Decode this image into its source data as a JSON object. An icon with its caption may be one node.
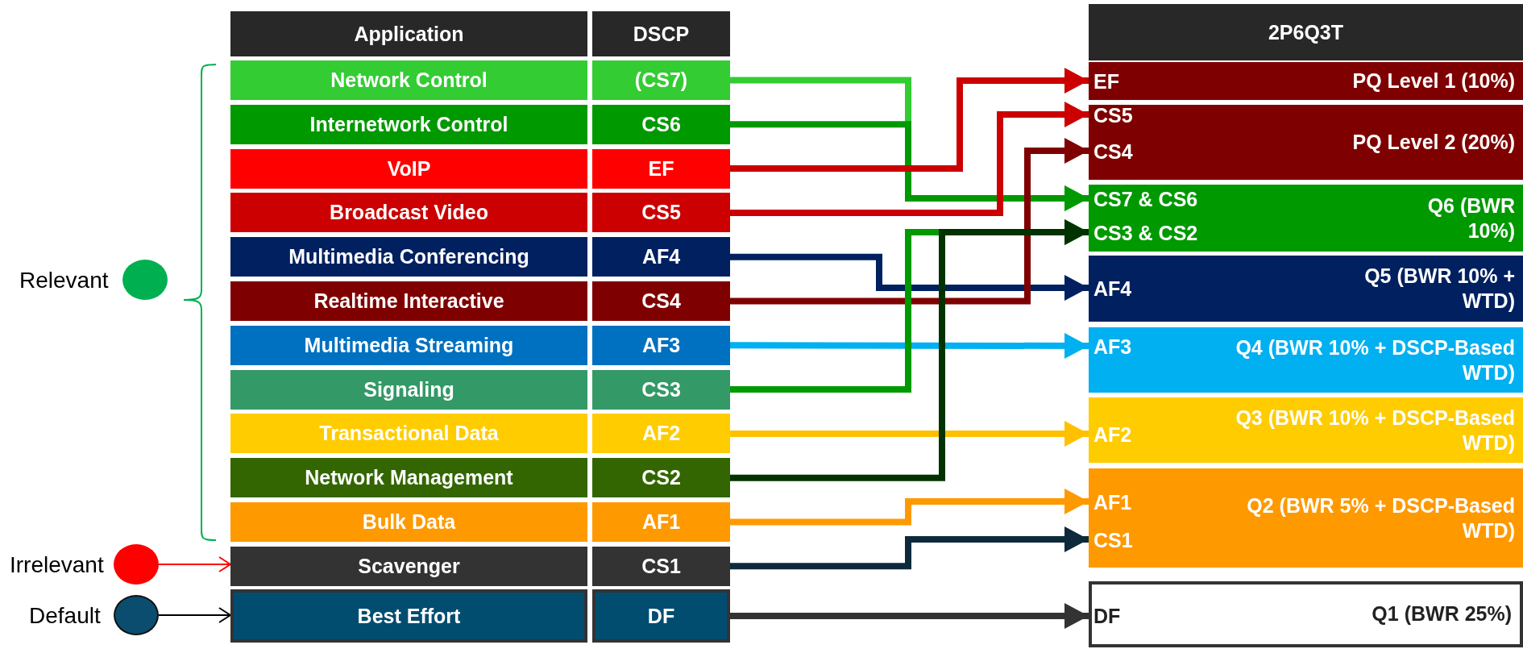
{
  "diagram": {
    "nodes": [
      {
        "text": [
          "Application"
        ]
      },
      {
        "text": [
          "DSCP"
        ]
      },
      {
        "text": [
          "Network Control"
        ]
      },
      {
        "text": [
          "(CS7)"
        ]
      },
      {
        "text": [
          "Internetwork Control"
        ]
      },
      {
        "text": [
          "CS6"
        ]
      },
      {
        "text": [
          "VoIP"
        ]
      },
      {
        "text": [
          "EF"
        ]
      },
      {
        "text": [
          "Broadcast Video"
        ]
      },
      {
        "text": [
          "CS5"
        ]
      },
      {
        "text": [
          "Multimedia Conferencing"
        ]
      },
      {
        "text": [
          "AF4"
        ]
      },
      {
        "text": [
          "Realtime Interactive"
        ]
      },
      {
        "text": [
          "CS4"
        ]
      },
      {
        "text": [
          "Multimedia Streaming"
        ]
      },
      {
        "text": [
          "AF3"
        ]
      },
      {
        "text": [
          "Signaling"
        ]
      },
      {
        "text": [
          "CS3"
        ]
      },
      {
        "text": [
          "Transactional Data"
        ]
      },
      {
        "text": [
          "AF2"
        ]
      },
      {
        "text": [
          "Network Management"
        ]
      },
      {
        "text": [
          "CS2"
        ]
      },
      {
        "text": [
          "Bulk Data"
        ]
      },
      {
        "text": [
          "AF1"
        ]
      },
      {
        "text": [
          "Scavenger"
        ]
      },
      {
        "text": [
          "CS1"
        ]
      },
      {
        "text": [
          "Best Effort"
        ]
      },
      {
        "text": [
          "DF"
        ]
      },
      {
        "text": [
          "2P6Q3T"
        ]
      },
      {
        "text": [
          "EF",
          "PQ Level 1 (10%)"
        ]
      },
      {
        "text": [
          "CS5",
          "CS4",
          "PQ Level 2 (20%)"
        ]
      },
      {
        "text": [
          "CS7 & CS6",
          "CS3 & CS2",
          "Q6 (BWR 10%)"
        ]
      },
      {
        "text": [
          "AF4",
          "Q5 (BWR 10% + WTD)"
        ]
      },
      {
        "text": [
          "AF3",
          "Q4 (BWR 10% + DSCP-Based WTD)"
        ]
      },
      {
        "text": [
          "AF2",
          "Q3 (BWR 10% + DSCP-Based WTD)"
        ]
      },
      {
        "text": [
          "AF1",
          "CS1",
          "Q2 (BWR 5% + DSCP-Based WTD)"
        ]
      },
      {
        "text": [
          "DF",
          "Q1 (BWR 25%)"
        ]
      },
      {
        "text": [],
        "shape": "circle",
        "beside": [
          "Relevant"
        ]
      },
      {
        "text": [],
        "shape": "circle",
        "beside": [
          "Irrelevant"
        ]
      },
      {
        "text": [],
        "shape": "circle",
        "beside": [
          "Default"
        ]
      }
    ],
    "edges": [
      {
        "from": 3,
        "to": 31,
        "arrow": "to",
        "color": "#33cc33"
      },
      {
        "from": 5,
        "to": 31,
        "arrow": "to",
        "color": "#009900"
      },
      {
        "from": 7,
        "to": 29,
        "arrow": "to",
        "color": "#cc0000"
      },
      {
        "from": 9,
        "to": 30,
        "arrow": "to",
        "color": "#cc0000"
      },
      {
        "from": 11,
        "to": 32,
        "arrow": "to",
        "color": "#002060"
      },
      {
        "from": 13,
        "to": 30,
        "arrow": "to",
        "color": "#7f0000"
      },
      {
        "from": 15,
        "to": 33,
        "arrow": "to",
        "color": "#00b0f0"
      },
      {
        "from": 17,
        "to": 31,
        "arrow": "to",
        "color": "#009900"
      },
      {
        "from": 19,
        "to": 34,
        "arrow": "to",
        "color": "#ffc000"
      },
      {
        "from": 21,
        "to": 31,
        "arrow": "to",
        "color": "#003300"
      },
      {
        "from": 23,
        "to": 35,
        "arrow": "to",
        "color": "#ff9900"
      },
      {
        "from": 25,
        "to": 35,
        "arrow": "to",
        "color": "#0d2a3d"
      },
      {
        "from": 27,
        "to": 36,
        "arrow": "to",
        "color": "#333333"
      },
      {
        "from": 38,
        "to": 24,
        "arrow": "to",
        "color": "#ff0000"
      },
      {
        "from": 39,
        "to": 26,
        "arrow": "to",
        "color": "#000000"
      }
    ]
  }
}
